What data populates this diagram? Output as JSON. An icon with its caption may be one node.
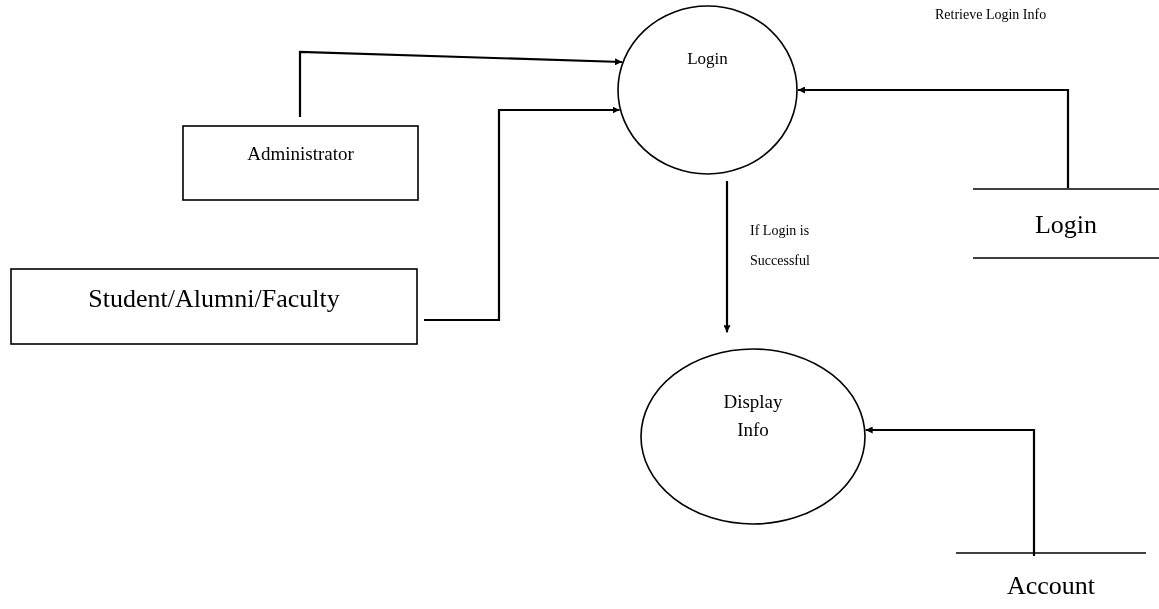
{
  "diagram": {
    "nodes": [
      {
        "text": [
          "Login"
        ]
      },
      {
        "text": [
          "Administrator"
        ]
      },
      {
        "text": [
          "Student/Alumni/Faculty"
        ]
      },
      {
        "text": [
          "Login"
        ]
      },
      {
        "text": [
          "Display Info"
        ]
      },
      {
        "text": [
          "Account"
        ]
      }
    ],
    "edges": [
      {
        "from": 1,
        "to": 0,
        "arrow": "to"
      },
      {
        "from": 2,
        "to": 0,
        "arrow": "to"
      },
      {
        "from": 3,
        "to": 0,
        "arrow": "to",
        "label": "Retrieve Login Info"
      },
      {
        "from": 0,
        "to": 4,
        "arrow": "to",
        "label": "If Login is Successful"
      },
      {
        "from": 5,
        "to": 4,
        "arrow": "to"
      }
    ]
  }
}
